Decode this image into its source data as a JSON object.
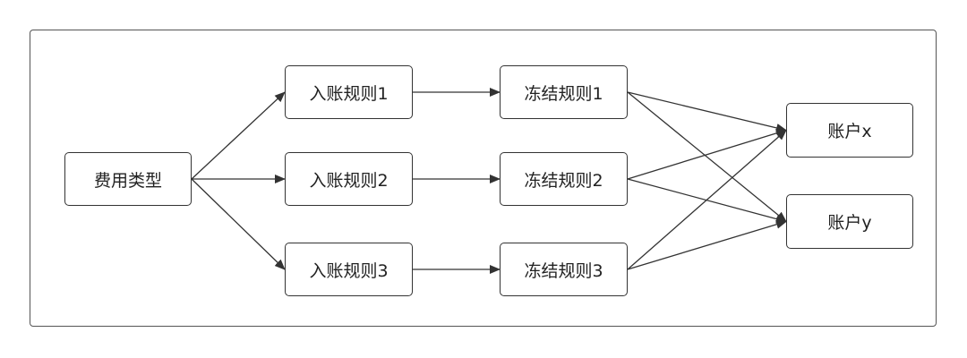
{
  "diagram": {
    "nodes": {
      "fee_type": "费用类型",
      "entry_rule_1": "入账规则1",
      "entry_rule_2": "入账规则2",
      "entry_rule_3": "入账规则3",
      "freeze_rule_1": "冻结规则1",
      "freeze_rule_2": "冻结规则2",
      "freeze_rule_3": "冻结规则3",
      "account_x": "账户x",
      "account_y": "账户y"
    },
    "edges": [
      [
        "fee_type",
        "entry_rule_1"
      ],
      [
        "fee_type",
        "entry_rule_2"
      ],
      [
        "fee_type",
        "entry_rule_3"
      ],
      [
        "entry_rule_1",
        "freeze_rule_1"
      ],
      [
        "entry_rule_2",
        "freeze_rule_2"
      ],
      [
        "entry_rule_3",
        "freeze_rule_3"
      ],
      [
        "freeze_rule_1",
        "account_x"
      ],
      [
        "freeze_rule_1",
        "account_y"
      ],
      [
        "freeze_rule_2",
        "account_x"
      ],
      [
        "freeze_rule_2",
        "account_y"
      ],
      [
        "freeze_rule_3",
        "account_x"
      ],
      [
        "freeze_rule_3",
        "account_y"
      ]
    ],
    "colors": {
      "stroke": "#333333",
      "frame": "#555555",
      "text": "#222222",
      "background": "#ffffff"
    }
  }
}
